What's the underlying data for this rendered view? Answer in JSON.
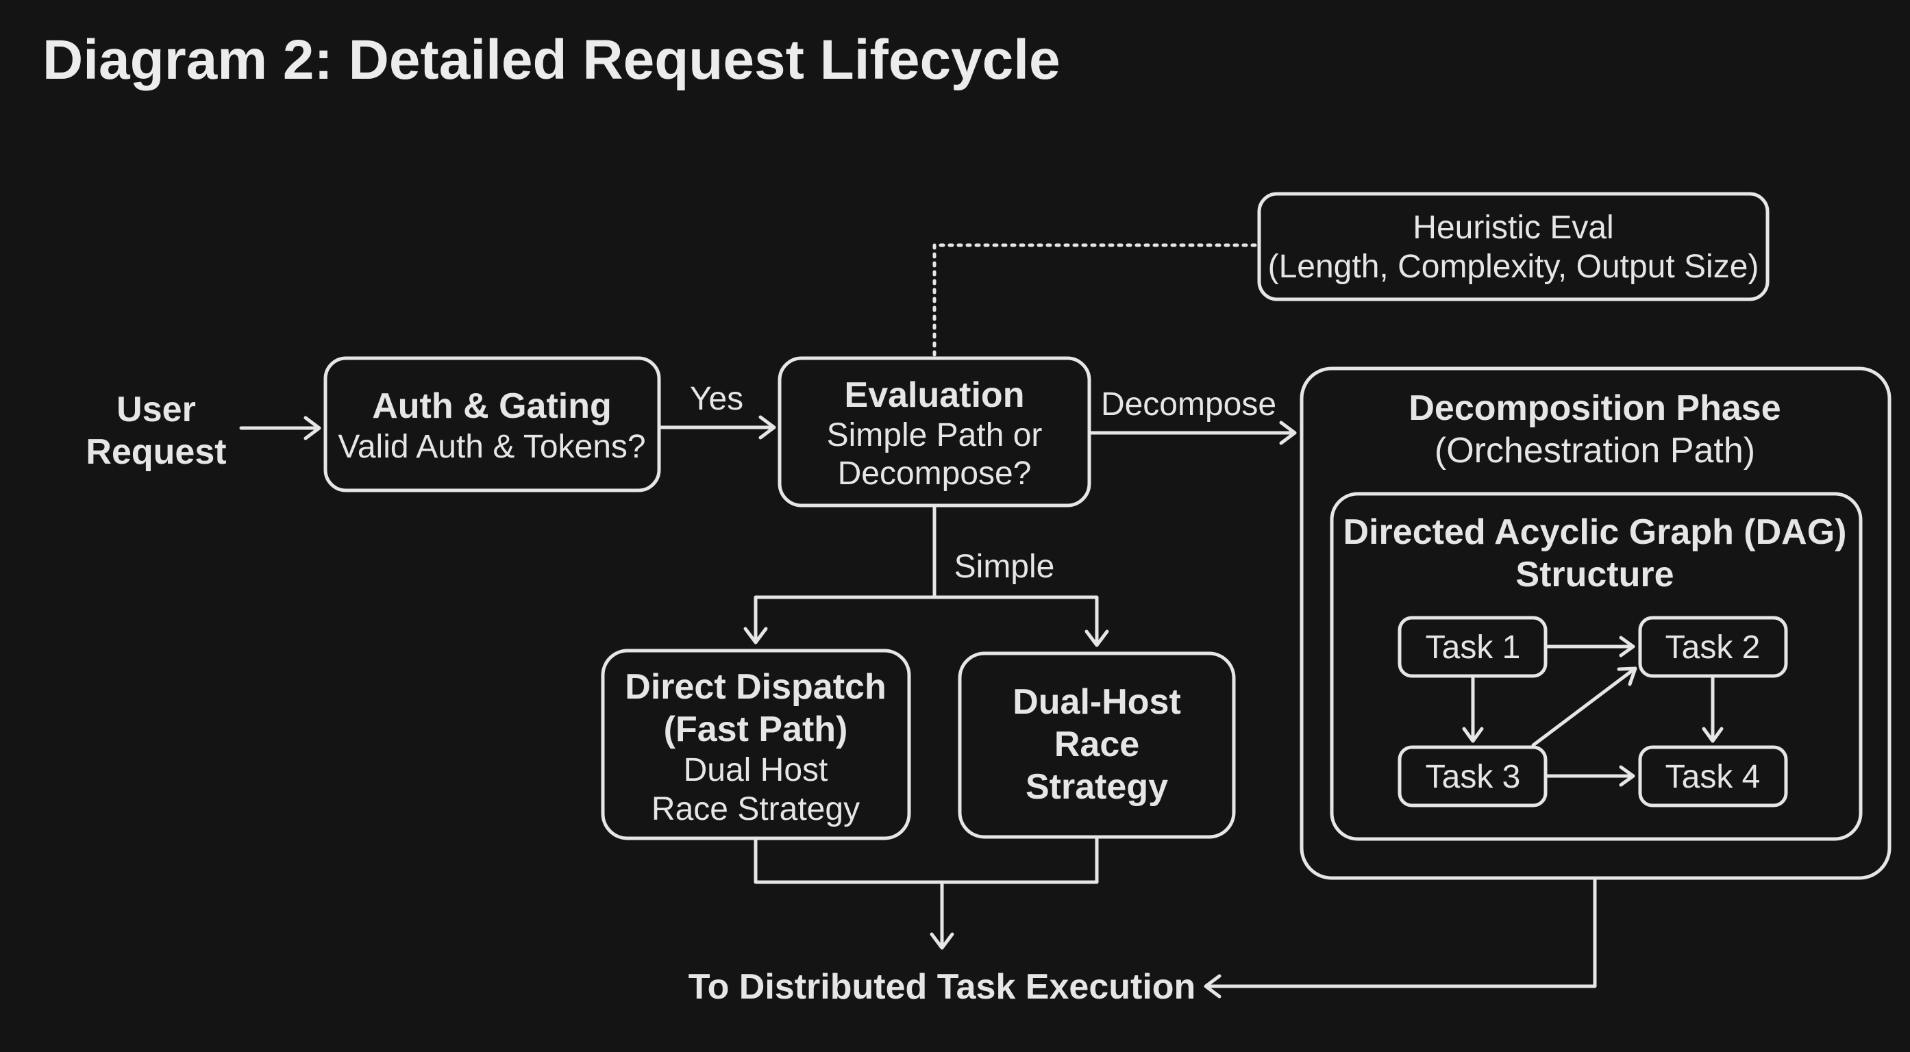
{
  "title": "Diagram 2: Detailed Request Lifecycle",
  "nodes": {
    "user_request": [
      "User",
      "Request"
    ],
    "auth_title": "Auth & Gating",
    "auth_sub": "Valid Auth & Tokens?",
    "eval_title": "Evaluation",
    "eval_sub": [
      "Simple Path or",
      "Decompose?"
    ],
    "heuristic": [
      "Heuristic Eval",
      "(Length, Complexity, Output Size)"
    ],
    "direct_title": [
      "Direct Dispatch",
      "(Fast Path)"
    ],
    "direct_sub": [
      "Dual Host",
      "Race Strategy"
    ],
    "dualhost": [
      "Dual-Host",
      "Race",
      "Strategy"
    ],
    "decomp_title": "Decomposition Phase",
    "decomp_sub": "(Orchestration Path)",
    "dag_title": [
      "Directed Acyclic Graph (DAG)",
      "Structure"
    ],
    "tasks": [
      "Task 1",
      "Task 2",
      "Task 3",
      "Task 4"
    ],
    "output": "To Distributed Task Execution"
  },
  "edge_labels": {
    "yes": "Yes",
    "decompose": "Decompose",
    "simple": "Simple"
  }
}
